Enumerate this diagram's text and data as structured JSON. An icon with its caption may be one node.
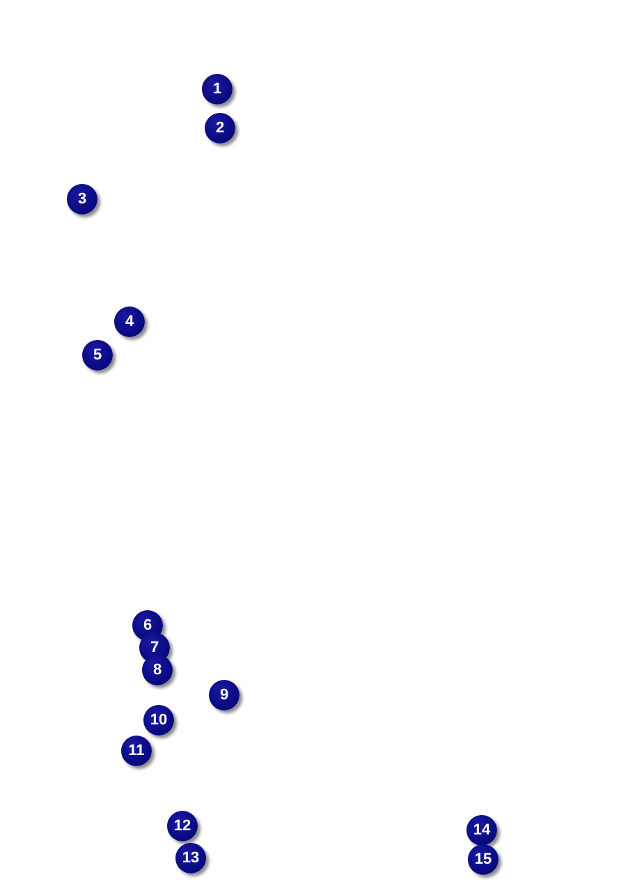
{
  "diagram": {
    "labels": [
      "1",
      "2",
      "3",
      "4",
      "5",
      "6",
      "7",
      "8",
      "9",
      "10",
      "11",
      "12",
      "13",
      "14",
      "15"
    ]
  }
}
